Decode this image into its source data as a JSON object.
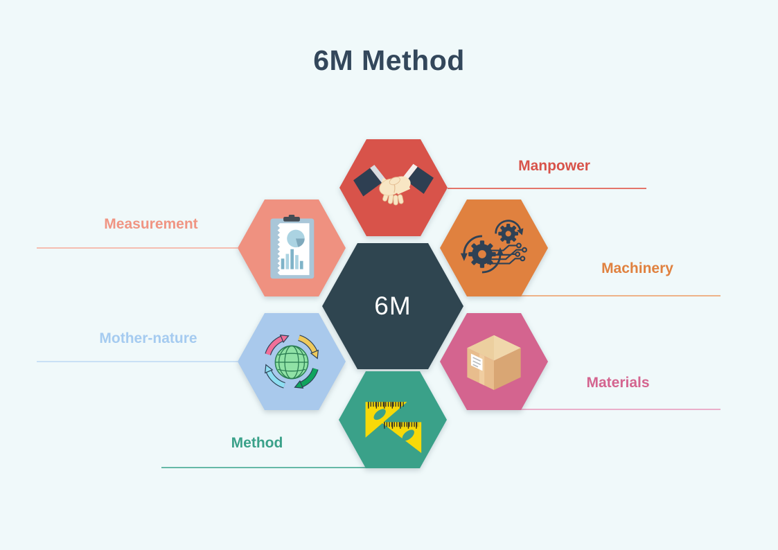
{
  "title": {
    "text": "6M Method",
    "color": "#33475b"
  },
  "background_color": "#f0f9fa",
  "center": {
    "label": "6M",
    "color": "#2f4550",
    "text_color": "#ffffff"
  },
  "items": [
    {
      "id": "manpower",
      "label": "Manpower",
      "color": "#d8534a",
      "label_color": "#d8534a",
      "line_color": "#e4756a",
      "icon": "handshake-icon"
    },
    {
      "id": "machinery",
      "label": "Machinery",
      "color": "#e0813f",
      "label_color": "#e0813f",
      "line_color": "#eeb287",
      "icon": "gears-circuit-icon"
    },
    {
      "id": "materials",
      "label": "Materials",
      "color": "#d4648f",
      "label_color": "#d4648f",
      "line_color": "#eaafca",
      "icon": "package-box-icon"
    },
    {
      "id": "method",
      "label": "Method",
      "color": "#3aa189",
      "label_color": "#3aa189",
      "line_color": "#66b9a7",
      "icon": "set-square-rulers-icon"
    },
    {
      "id": "mother_nature",
      "label": "Mother-nature",
      "color": "#a9c9ec",
      "label_color": "#a5cbf0",
      "line_color": "#c9e0f5",
      "icon": "globe-recycle-icon"
    },
    {
      "id": "measurement",
      "label": "Measurement",
      "color": "#ef9180",
      "label_color": "#f09583",
      "line_color": "#f5bdb0",
      "icon": "clipboard-chart-icon"
    }
  ]
}
